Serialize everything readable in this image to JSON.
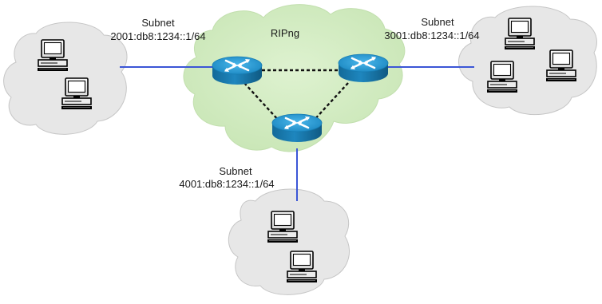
{
  "diagram": {
    "title": "RIPng",
    "subnets": [
      {
        "label": "Subnet",
        "prefix": "2001:db8:1234::1/64"
      },
      {
        "label": "Subnet",
        "prefix": "3001:db8:1234::1/64"
      },
      {
        "label": "Subnet",
        "prefix": "4001:db8:1234::1/64"
      }
    ],
    "icons": {
      "router": "router-icon",
      "computer": "computer-icon",
      "cloud": "cloud-icon"
    },
    "colors": {
      "ripng_cloud": "#d4ecc4",
      "lan_cloud": "#e7e7e7",
      "lan_link": "#3b56d6",
      "router_body": "#1e86be",
      "router_top": "#2f9fd8",
      "wan_link": "#111111"
    }
  }
}
